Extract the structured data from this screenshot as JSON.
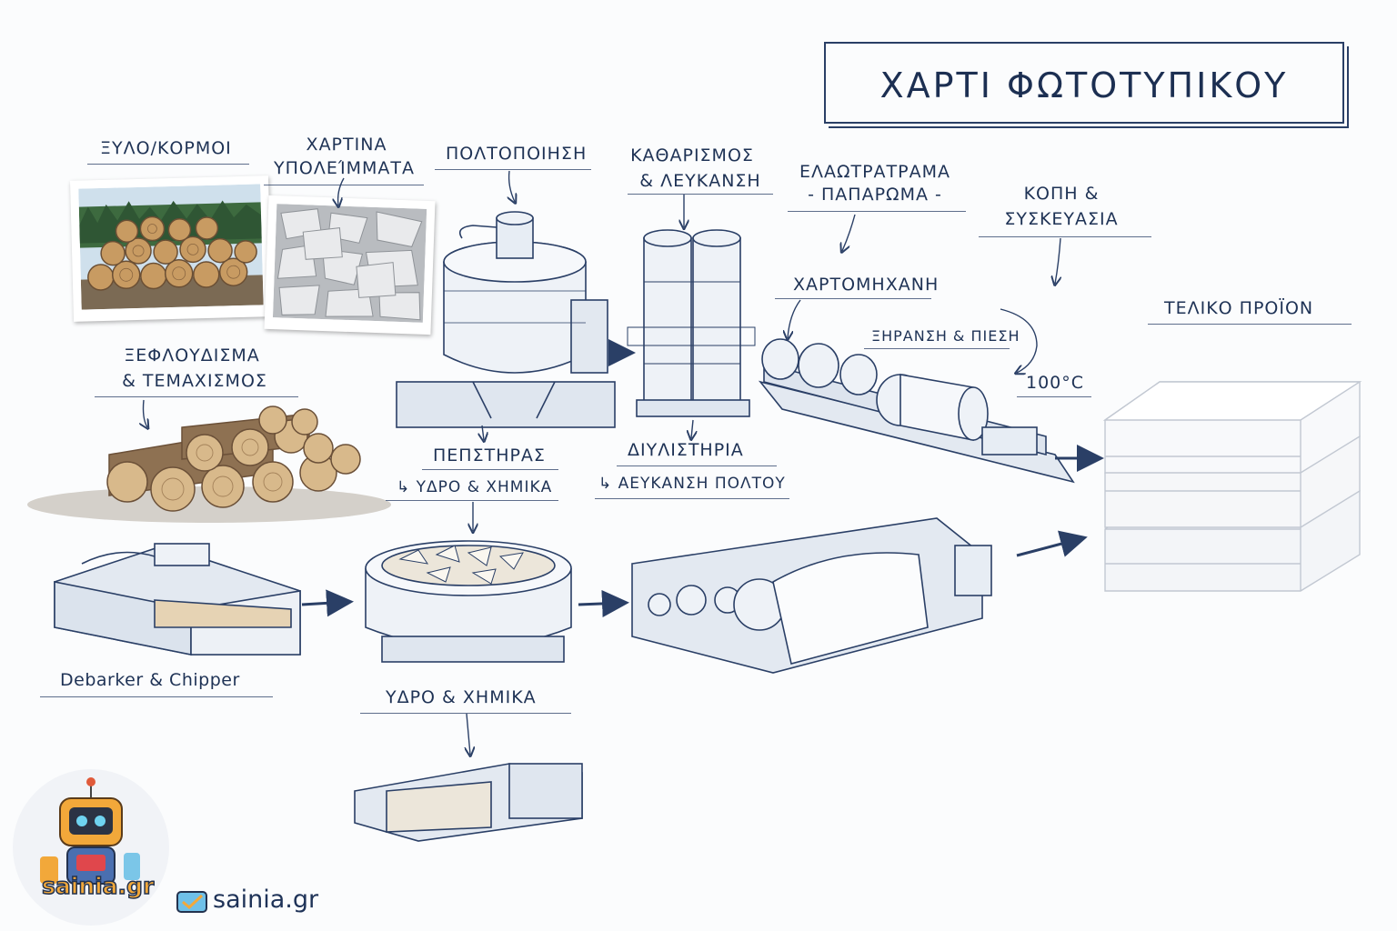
{
  "title": "ΧΑΡΤΙ ΦΩΤΟΤΥΠΙΚΟΥ",
  "labels": {
    "wood": "ΞΥΛΟ/ΚΟΡΜΟΙ",
    "scraps_line1": "ΧΑΡΤΙΝΑ",
    "scraps_line2": "ΥΠΟΛΕΊΜΜΑΤΑ",
    "pulping": "ΠΟΛΤΟΠΟΙΗΣΗ",
    "cleaning_line1": "ΚΑΘΑΡΙΣΜΟΣ",
    "cleaning_line2": "& ΛΕΥΚΑΝΣΗ",
    "sheet_line1": "ΕΛΑΩΤΡΑΤΡΑΜΑ",
    "sheet_line2": "- ΠΑΠΑΡΩΜΑ -",
    "cutting_line1": "ΚΟΠΗ &",
    "cutting_line2": "ΣΥΣΚΕΥΑΣΙΑ",
    "paper_machine": "ΧΑΡΤΟΜΗΧΑΝΗ",
    "drying": "ΞΗΡΑΝΣΗ & ΠΙΕΣΗ",
    "temperature": "100°C",
    "final_product": "ΤΕΛΙΚΟ ΠΡΟΪΟΝ",
    "debarking_line1": "ΞΕΦΛΟΥΔΙΣΜΑ",
    "debarking_line2": "& ΤΕΜΑΧΙΣΜΟΣ",
    "digester": "ΠΕΠΣΤΗΡΑΣ",
    "water_chem_small": "ΥΔΡΟ & ΧΗΜΙΚΑ",
    "refinery": "ΔΙΥΛΙΣΤΗΡΙΑ",
    "pulp_bleach": "ΑΕΥΚΑΝΣΗ ΠΟΛΤΟΥ",
    "debarker": "Debarker & Chipper",
    "water_chem_big": "ΥΔΡΟ & ΧΗΜΙΚΑ"
  },
  "logo": {
    "badge_text": "sainia.gr",
    "brand_text": "sainia.gr"
  },
  "colors": {
    "ink": "#1f3358",
    "paper": "#fbfcfd",
    "wood": "#b48a5a",
    "bark": "#6b5038",
    "badge": "#f2a83a"
  }
}
